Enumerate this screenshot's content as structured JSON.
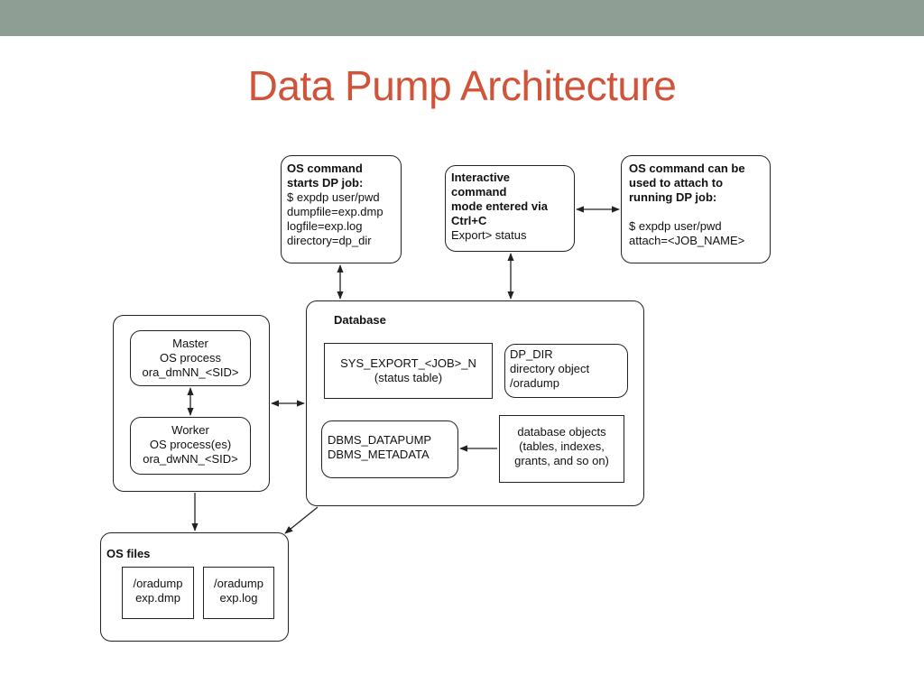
{
  "slide": {
    "title": "Data Pump Architecture"
  },
  "diagram": {
    "os_command": {
      "heading": "OS command\nstarts DP job:",
      "body": "$ expdp user/pwd\ndumpfile=exp.dmp\nlogfile=exp.log\ndirectory=dp_dir"
    },
    "interactive": {
      "heading": "Interactive\ncommand\nmode entered via\nCtrl+C",
      "body": "Export> status"
    },
    "attach": {
      "heading": "OS command can be\nused to attach to\nrunning DP job:",
      "body": "$ expdp user/pwd\nattach=<JOB_NAME>"
    },
    "processes": {
      "master": "Master\nOS process\nora_dmNN_<SID>",
      "worker": "Worker\nOS process(es)\nora_dwNN_<SID>"
    },
    "database": {
      "label": "Database",
      "status_table": "SYS_EXPORT_<JOB>_N\n(status table)",
      "dp_dir": "DP_DIR\ndirectory object\n/oradump",
      "packages": "DBMS_DATAPUMP\nDBMS_METADATA",
      "db_objects": "database objects\n(tables, indexes,\ngrants, and so on)"
    },
    "os_files": {
      "label": "OS files",
      "dump": "/oradump\nexp.dmp",
      "log": "/oradump\nexp.log"
    }
  },
  "colors": {
    "title": "#d0543a",
    "top_bar": "#8f9e95",
    "line": "#222222"
  }
}
